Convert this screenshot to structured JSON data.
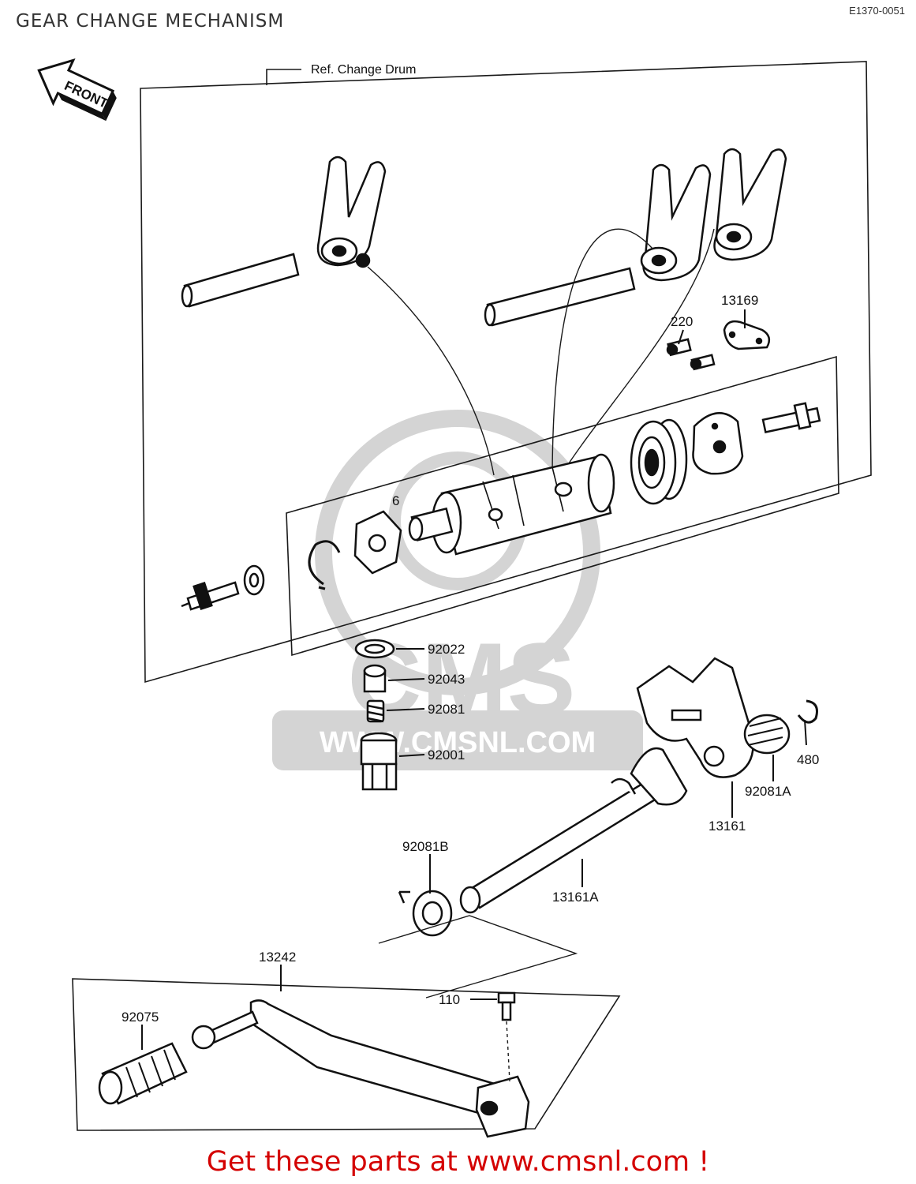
{
  "header": {
    "title": "GEAR CHANGE MECHANISM",
    "drawing_code": "E1370-0051"
  },
  "front_arrow": {
    "label": "FRONT"
  },
  "ref_note": "Ref. Change Drum",
  "watermark": {
    "url": "WWW.CMSNL.COM",
    "logo": "CMS"
  },
  "parts": {
    "p92022": "92022",
    "p92043": "92043",
    "p92081": "92081",
    "p92001": "92001",
    "p13169": "13169",
    "p220": "220",
    "p6": "6",
    "p480": "480",
    "p92081A": "92081A",
    "p13161": "13161",
    "p92081B": "92081B",
    "p13161A": "13161A",
    "p13242": "13242",
    "p110": "110",
    "p92075": "92075"
  },
  "footer": {
    "text": "Get these parts at www.cmsnl.com !"
  },
  "colors": {
    "line": "#1a1a1a",
    "watermark": "#cfcfcf",
    "footer": "#d40000"
  }
}
